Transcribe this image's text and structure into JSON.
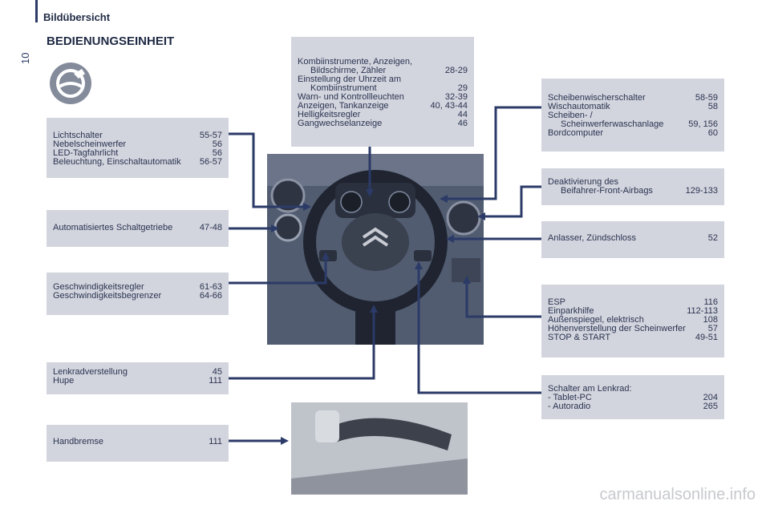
{
  "header": {
    "title": "Bildübersicht",
    "page_number": "10"
  },
  "section_title": "BEDIENUNGSEINHEIT",
  "boxes": {
    "center_top": [
      {
        "label": "Kombiinstrumente, Anzeigen,",
        "pages": ""
      },
      {
        "label": "Bildschirme, Zähler",
        "pages": "28-29",
        "indent": true
      },
      {
        "label": "Einstellung der Uhrzeit am",
        "pages": ""
      },
      {
        "label": "Kombiinstrument",
        "pages": "29",
        "indent": true
      },
      {
        "label": "Warn- und Kontrollleuchten",
        "pages": "32-39"
      },
      {
        "label": "Anzeigen, Tankanzeige",
        "pages": "40, 43-44"
      },
      {
        "label": "Helligkeitsregler",
        "pages": "44"
      },
      {
        "label": "Gangwechselanzeige",
        "pages": "46"
      }
    ],
    "left_lights": [
      {
        "label": "Lichtschalter",
        "pages": "55-57"
      },
      {
        "label": "Nebelscheinwerfer",
        "pages": "56"
      },
      {
        "label": "LED-Tagfahrlicht",
        "pages": "56"
      },
      {
        "label": "Beleuchtung, Einschaltautomatik",
        "pages": "56-57"
      }
    ],
    "left_gearbox": [
      {
        "label": "Automatisiertes Schaltgetriebe",
        "pages": "47-48"
      }
    ],
    "left_speed": [
      {
        "label": "Geschwindigkeitsregler",
        "pages": "61-63"
      },
      {
        "label": "Geschwindigkeitsbegrenzer",
        "pages": "64-66"
      }
    ],
    "left_steering": [
      {
        "label": "Lenkradverstellung",
        "pages": "45"
      },
      {
        "label": "Hupe",
        "pages": "111"
      }
    ],
    "left_handbrake": [
      {
        "label": "Handbremse",
        "pages": "111"
      }
    ],
    "right_wipers": [
      {
        "label": "Scheibenwischerschalter",
        "pages": "58-59"
      },
      {
        "label": "Wischautomatik",
        "pages": "58"
      },
      {
        "label": "Scheiben- /",
        "pages": ""
      },
      {
        "label": "Scheinwerferwaschanlage",
        "pages": "59, 156",
        "indent": true
      },
      {
        "label": "Bordcomputer",
        "pages": "60"
      }
    ],
    "right_airbag": [
      {
        "label": "Deaktivierung des",
        "pages": ""
      },
      {
        "label": "Beifahrer-Front-Airbags",
        "pages": "129-133",
        "indent": true
      }
    ],
    "right_ignition": [
      {
        "label": "Anlasser, Zündschloss",
        "pages": "52"
      }
    ],
    "right_esp": [
      {
        "label": "ESP",
        "pages": "116"
      },
      {
        "label": "Einparkhilfe",
        "pages": "112-113"
      },
      {
        "label": "Außenspiegel, elektrisch",
        "pages": "108"
      },
      {
        "label": "Höhenverstellung der Scheinwerfer",
        "pages": "57"
      },
      {
        "label": "STOP & START",
        "pages": "49-51"
      }
    ],
    "right_wheel": [
      {
        "label": "Schalter am Lenkrad:",
        "pages": ""
      },
      {
        "label": "-   Tablet-PC",
        "pages": "204"
      },
      {
        "label": "-   Autoradio",
        "pages": "265"
      }
    ]
  },
  "watermark": "carmanualsonline.info",
  "colors": {
    "box_bg": "#d3d5de",
    "line": "#2b3a67",
    "text": "#1f2a44"
  }
}
